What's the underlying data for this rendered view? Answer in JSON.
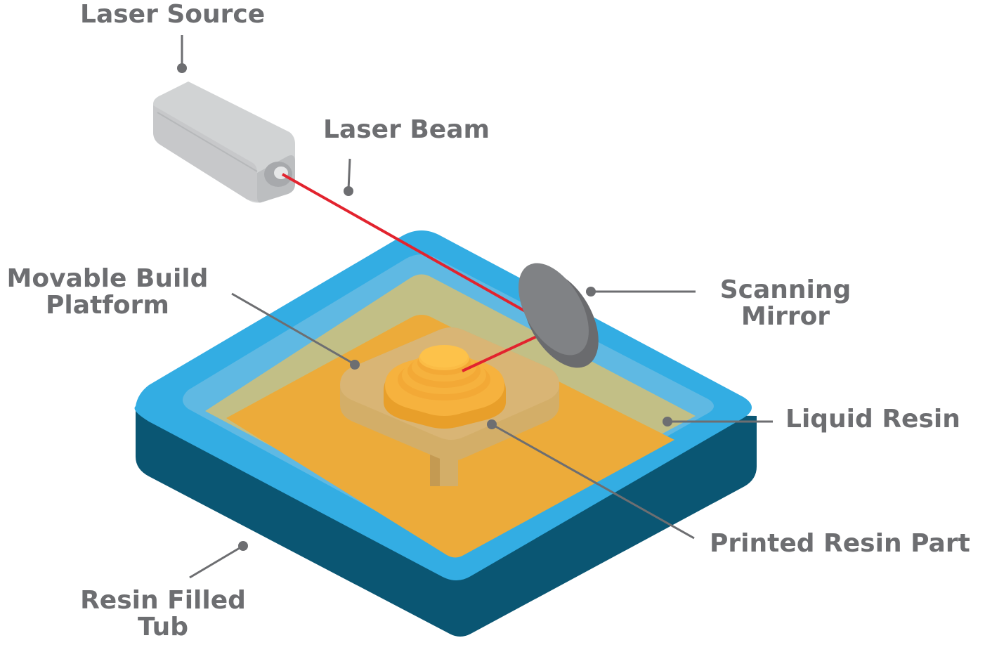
{
  "labels": {
    "laser_source": "Laser Source",
    "laser_beam": "Laser Beam",
    "build_platform_1": "Movable Build",
    "build_platform_2": "Platform",
    "scanning_mirror_1": "Scanning",
    "scanning_mirror_2": "Mirror",
    "liquid_resin": "Liquid Resin",
    "printed_part": "Printed Resin Part",
    "resin_tub_1": "Resin Filled",
    "resin_tub_2": "Tub"
  },
  "colors": {
    "label_text": "#6d6e71",
    "tub_rim": "#33ade3",
    "tub_side": "#0a5673",
    "tub_inner_wall": "#5fb9e3",
    "liquid_resin": "#c2bf86",
    "resin_floor": "#ecab3a",
    "platform": "#d3ae68",
    "printed_part": "#f6b23e",
    "laser_beam": "#e2232e",
    "mirror": "#808285",
    "laser_body": "#d1d3d4"
  }
}
